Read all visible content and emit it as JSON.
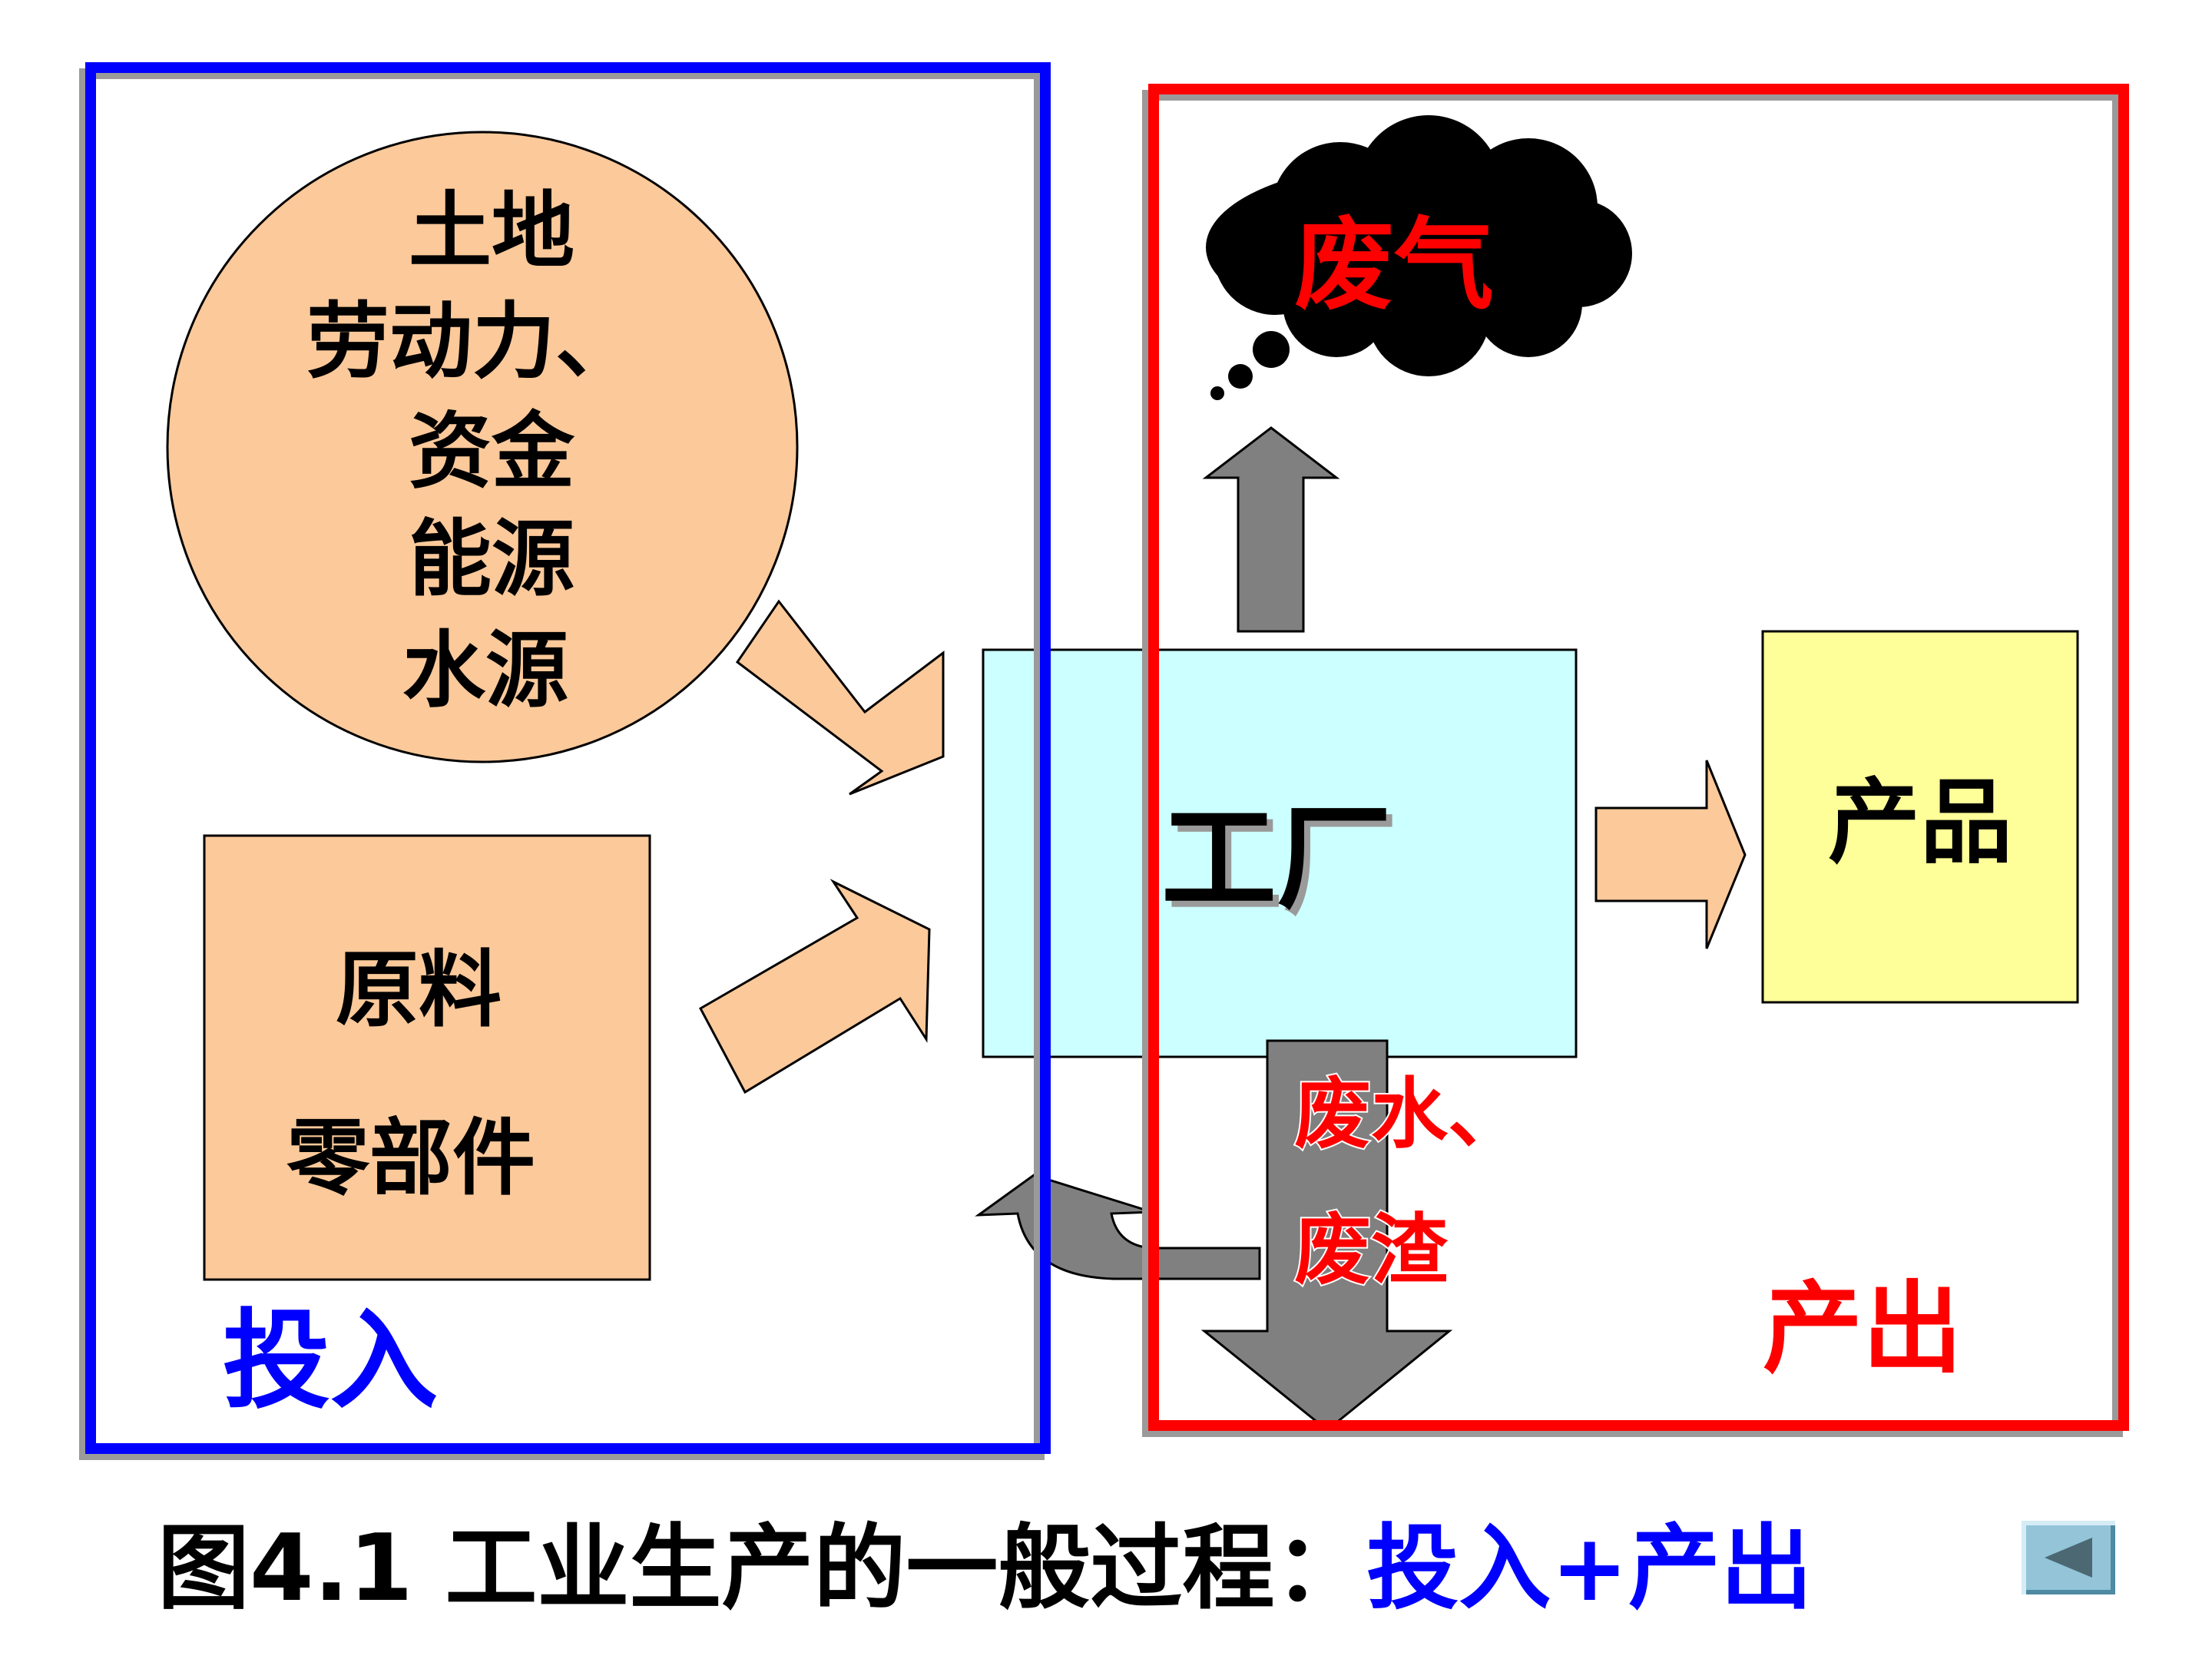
{
  "diagram": {
    "resource_lines": [
      "土地",
      "劳动力、",
      "资金",
      "能源",
      "水源"
    ],
    "materials_lines": [
      "原料",
      "零部件"
    ],
    "factory": "工厂",
    "product": "产品",
    "exhaust": "废气",
    "waste_lines": [
      "废水、",
      "废渣"
    ],
    "input_label": "投入",
    "output_label": "产出"
  },
  "caption": {
    "main": "图4.1 工业生产的一般过程：",
    "highlight": "投入+产出"
  },
  "colors": {
    "input_frame": "#0000ff",
    "output_frame": "#ff0000",
    "resources_fill": "#fbc99a",
    "factory_fill": "#ccffff",
    "product_fill": "#ffff99",
    "flow_arrow_fill": "#fbc99a",
    "waste_arrow_fill": "#808080",
    "red_text": "#ff0000"
  },
  "icons": {
    "back": "left-triangle-icon"
  }
}
